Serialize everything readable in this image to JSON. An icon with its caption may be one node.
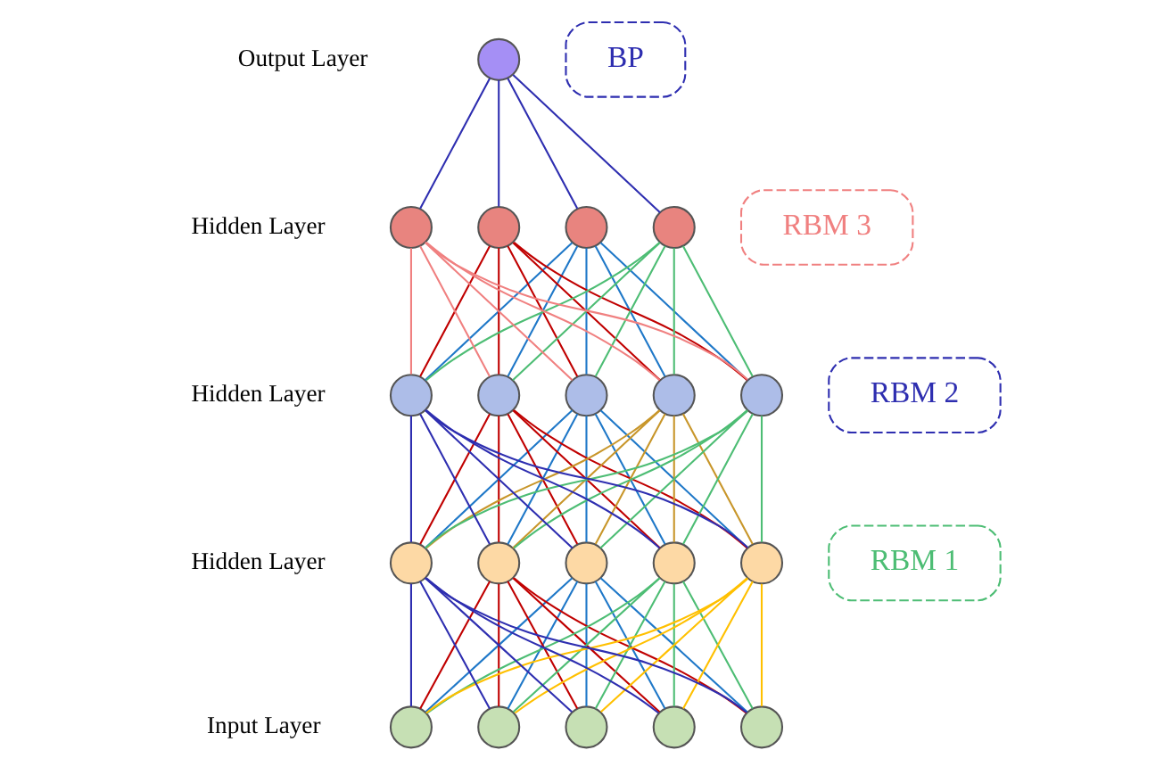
{
  "diagram": {
    "nodes": [
      {
        "text": [
          "BP"
        ]
      },
      {
        "text": [],
        "shape": "circle"
      },
      {
        "text": [
          "RBM 3"
        ]
      },
      {
        "text": [],
        "shape": "circle"
      },
      {
        "text": [],
        "shape": "circle"
      },
      {
        "text": [],
        "shape": "circle"
      },
      {
        "text": [],
        "shape": "circle"
      },
      {
        "text": [
          "RBM 2"
        ]
      },
      {
        "text": [],
        "shape": "circle"
      },
      {
        "text": [],
        "shape": "circle"
      },
      {
        "text": [],
        "shape": "circle"
      },
      {
        "text": [],
        "shape": "circle"
      },
      {
        "text": [],
        "shape": "circle"
      },
      {
        "text": [
          "RBM 1"
        ]
      },
      {
        "text": [],
        "shape": "circle"
      },
      {
        "text": [],
        "shape": "circle"
      },
      {
        "text": [],
        "shape": "circle"
      },
      {
        "text": [],
        "shape": "circle"
      },
      {
        "text": [],
        "shape": "circle"
      },
      {
        "text": [],
        "shape": "circle"
      },
      {
        "text": [],
        "shape": "circle"
      },
      {
        "text": [],
        "shape": "circle"
      },
      {
        "text": [],
        "shape": "circle"
      },
      {
        "text": [],
        "shape": "circle"
      }
    ],
    "edges": [
      {
        "from": 1,
        "to": 3,
        "arrow": "none",
        "color": "#2e2eb0"
      },
      {
        "from": 1,
        "to": 4,
        "arrow": "none",
        "color": "#2e2eb0"
      },
      {
        "from": 1,
        "to": 5,
        "arrow": "none",
        "color": "#2e2eb0"
      },
      {
        "from": 1,
        "to": 6,
        "arrow": "none",
        "color": "#2e2eb0"
      },
      {
        "from": 3,
        "to": 8,
        "arrow": "none",
        "color": "#1f78c8"
      },
      {
        "from": 3,
        "to": 9,
        "arrow": "none",
        "color": "#1f78c8"
      },
      {
        "from": 3,
        "to": 10,
        "arrow": "none",
        "color": "#1f78c8"
      },
      {
        "from": 3,
        "to": 11,
        "arrow": "none",
        "color": "#1f78c8"
      },
      {
        "from": 3,
        "to": 12,
        "arrow": "none",
        "color": "#1f78c8"
      },
      {
        "from": 4,
        "to": 8,
        "arrow": "none",
        "color": "#c00000"
      },
      {
        "from": 4,
        "to": 9,
        "arrow": "none",
        "color": "#c00000"
      },
      {
        "from": 4,
        "to": 10,
        "arrow": "none",
        "color": "#c00000"
      },
      {
        "from": 4,
        "to": 11,
        "arrow": "none",
        "color": "#c00000"
      },
      {
        "from": 4,
        "to": 12,
        "arrow": "none",
        "color": "#c00000"
      },
      {
        "from": 5,
        "to": 8,
        "arrow": "none",
        "color": "#4dbd74"
      },
      {
        "from": 5,
        "to": 9,
        "arrow": "none",
        "color": "#4dbd74"
      },
      {
        "from": 5,
        "to": 10,
        "arrow": "none",
        "color": "#4dbd74"
      },
      {
        "from": 5,
        "to": 11,
        "arrow": "none",
        "color": "#4dbd74"
      },
      {
        "from": 5,
        "to": 12,
        "arrow": "none",
        "color": "#4dbd74"
      },
      {
        "from": 6,
        "to": 8,
        "arrow": "none",
        "color": "#f08080"
      },
      {
        "from": 6,
        "to": 9,
        "arrow": "none",
        "color": "#f08080"
      },
      {
        "from": 6,
        "to": 10,
        "arrow": "none",
        "color": "#f08080"
      },
      {
        "from": 6,
        "to": 11,
        "arrow": "none",
        "color": "#f08080"
      },
      {
        "from": 6,
        "to": 12,
        "arrow": "none",
        "color": "#f08080"
      },
      {
        "from": 8,
        "to": 14,
        "arrow": "none",
        "color": "#1f78c8"
      },
      {
        "from": 8,
        "to": 15,
        "arrow": "none",
        "color": "#1f78c8"
      },
      {
        "from": 8,
        "to": 16,
        "arrow": "none",
        "color": "#1f78c8"
      },
      {
        "from": 8,
        "to": 17,
        "arrow": "none",
        "color": "#1f78c8"
      },
      {
        "from": 8,
        "to": 18,
        "arrow": "none",
        "color": "#1f78c8"
      },
      {
        "from": 9,
        "to": 14,
        "arrow": "none",
        "color": "#c00000"
      },
      {
        "from": 9,
        "to": 15,
        "arrow": "none",
        "color": "#c00000"
      },
      {
        "from": 9,
        "to": 16,
        "arrow": "none",
        "color": "#c00000"
      },
      {
        "from": 9,
        "to": 17,
        "arrow": "none",
        "color": "#c00000"
      },
      {
        "from": 9,
        "to": 18,
        "arrow": "none",
        "color": "#c00000"
      },
      {
        "from": 10,
        "to": 14,
        "arrow": "none",
        "color": "#c8962a"
      },
      {
        "from": 10,
        "to": 15,
        "arrow": "none",
        "color": "#c8962a"
      },
      {
        "from": 10,
        "to": 16,
        "arrow": "none",
        "color": "#c8962a"
      },
      {
        "from": 10,
        "to": 17,
        "arrow": "none",
        "color": "#c8962a"
      },
      {
        "from": 10,
        "to": 18,
        "arrow": "none",
        "color": "#c8962a"
      },
      {
        "from": 11,
        "to": 14,
        "arrow": "none",
        "color": "#4dbd74"
      },
      {
        "from": 11,
        "to": 15,
        "arrow": "none",
        "color": "#4dbd74"
      },
      {
        "from": 11,
        "to": 16,
        "arrow": "none",
        "color": "#4dbd74"
      },
      {
        "from": 11,
        "to": 17,
        "arrow": "none",
        "color": "#4dbd74"
      },
      {
        "from": 11,
        "to": 18,
        "arrow": "none",
        "color": "#4dbd74"
      },
      {
        "from": 12,
        "to": 14,
        "arrow": "none",
        "color": "#2e2eb0"
      },
      {
        "from": 12,
        "to": 15,
        "arrow": "none",
        "color": "#2e2eb0"
      },
      {
        "from": 12,
        "to": 16,
        "arrow": "none",
        "color": "#2e2eb0"
      },
      {
        "from": 12,
        "to": 17,
        "arrow": "none",
        "color": "#2e2eb0"
      },
      {
        "from": 12,
        "to": 18,
        "arrow": "none",
        "color": "#2e2eb0"
      },
      {
        "from": 14,
        "to": 19,
        "arrow": "none",
        "color": "#1f78c8"
      },
      {
        "from": 14,
        "to": 20,
        "arrow": "none",
        "color": "#1f78c8"
      },
      {
        "from": 14,
        "to": 21,
        "arrow": "none",
        "color": "#1f78c8"
      },
      {
        "from": 14,
        "to": 22,
        "arrow": "none",
        "color": "#1f78c8"
      },
      {
        "from": 14,
        "to": 23,
        "arrow": "none",
        "color": "#1f78c8"
      },
      {
        "from": 15,
        "to": 19,
        "arrow": "none",
        "color": "#c00000"
      },
      {
        "from": 15,
        "to": 20,
        "arrow": "none",
        "color": "#c00000"
      },
      {
        "from": 15,
        "to": 21,
        "arrow": "none",
        "color": "#c00000"
      },
      {
        "from": 15,
        "to": 22,
        "arrow": "none",
        "color": "#c00000"
      },
      {
        "from": 15,
        "to": 23,
        "arrow": "none",
        "color": "#c00000"
      },
      {
        "from": 16,
        "to": 19,
        "arrow": "none",
        "color": "#4dbd74"
      },
      {
        "from": 16,
        "to": 20,
        "arrow": "none",
        "color": "#4dbd74"
      },
      {
        "from": 16,
        "to": 21,
        "arrow": "none",
        "color": "#4dbd74"
      },
      {
        "from": 16,
        "to": 22,
        "arrow": "none",
        "color": "#4dbd74"
      },
      {
        "from": 16,
        "to": 23,
        "arrow": "none",
        "color": "#4dbd74"
      },
      {
        "from": 17,
        "to": 19,
        "arrow": "none",
        "color": "#ffc000"
      },
      {
        "from": 17,
        "to": 20,
        "arrow": "none",
        "color": "#ffc000"
      },
      {
        "from": 17,
        "to": 21,
        "arrow": "none",
        "color": "#ffc000"
      },
      {
        "from": 17,
        "to": 22,
        "arrow": "none",
        "color": "#ffc000"
      },
      {
        "from": 17,
        "to": 23,
        "arrow": "none",
        "color": "#ffc000"
      },
      {
        "from": 18,
        "to": 19,
        "arrow": "none",
        "color": "#2e2eb0"
      },
      {
        "from": 18,
        "to": 20,
        "arrow": "none",
        "color": "#2e2eb0"
      },
      {
        "from": 18,
        "to": 21,
        "arrow": "none",
        "color": "#2e2eb0"
      },
      {
        "from": 18,
        "to": 22,
        "arrow": "none",
        "color": "#2e2eb0"
      },
      {
        "from": 18,
        "to": 23,
        "arrow": "none",
        "color": "#2e2eb0"
      }
    ],
    "labels": [
      "Output Layer",
      "Hidden Layer",
      "Hidden Layer",
      "Hidden Layer",
      "Input Layer"
    ]
  }
}
